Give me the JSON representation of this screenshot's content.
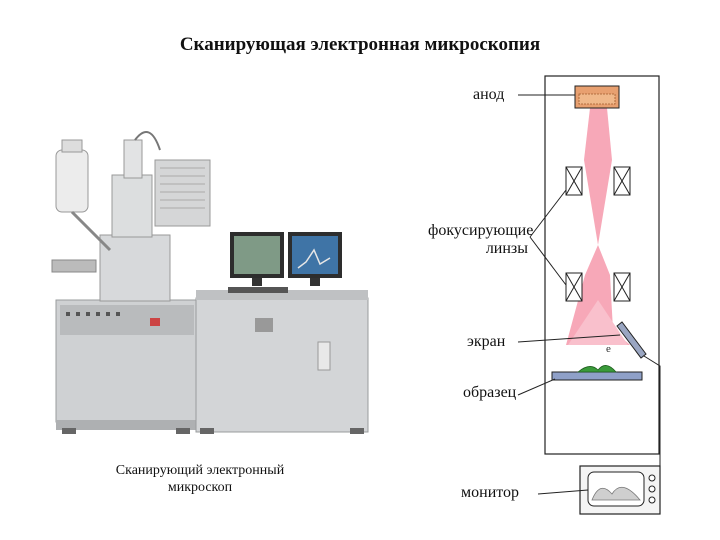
{
  "title": "Сканирующая электронная микроскопия",
  "photo_caption": {
    "line1": "Сканирующий электронный",
    "line2": "микроскоп"
  },
  "labels": {
    "anode": "анод",
    "lenses_line1": "фокусирующие",
    "lenses_line2": "линзы",
    "screen": "экран",
    "sample": "образец",
    "monitor": "монитор",
    "electron": "e"
  },
  "colors": {
    "beam": "#f7a8b8",
    "anode_fill": "#e8a070",
    "sample_green": "#3a9a3a",
    "sample_stage": "#8fa0c8",
    "equipment_grey": "#c9cbcd",
    "monitor_screen": "#4a7ea8"
  }
}
